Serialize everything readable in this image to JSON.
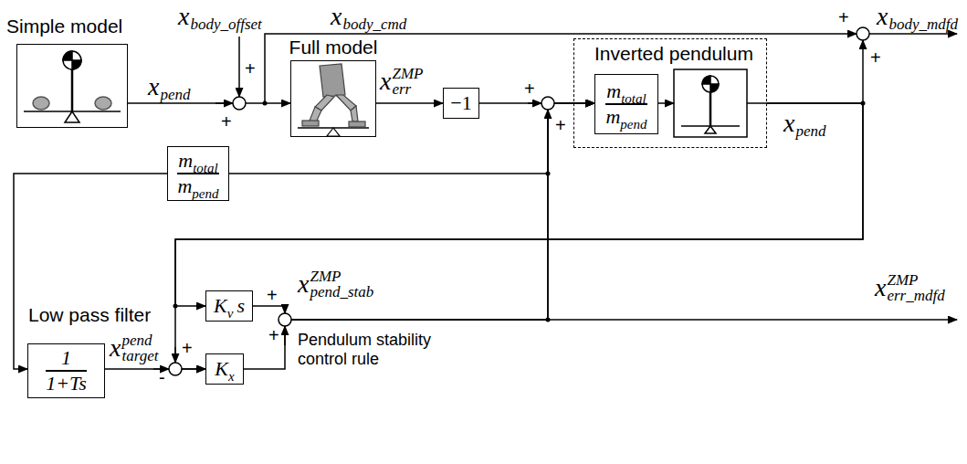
{
  "diagram": {
    "nodes": [
      {
        "text": [
          "Simple model"
        ]
      },
      {
        "text": [
          "Full model"
        ]
      },
      {
        "text": [
          "−1"
        ]
      },
      {
        "text": [
          "Inverted pendulum"
        ]
      },
      {
        "text": [
          "m",
          "total",
          "m",
          "pend"
        ],
        "in": 3
      },
      {
        "text": [
          "m",
          "total",
          "m",
          "pend"
        ]
      },
      {
        "text": [
          "Low pass filter",
          "1",
          "1+Ts"
        ]
      },
      {
        "text": [
          "K",
          "v",
          "s"
        ]
      },
      {
        "text": [
          "K",
          "x"
        ]
      }
    ],
    "edges": [
      {
        "from": 0,
        "to": 1,
        "arrow": "to"
      },
      {
        "from": 1,
        "to": 2,
        "arrow": "to"
      },
      {
        "from": 2,
        "to": 4,
        "arrow": "to"
      },
      {
        "from": 5,
        "to": 4,
        "arrow": "to"
      },
      {
        "from": 5,
        "to": 6,
        "arrow": "to"
      },
      {
        "from": 6,
        "to": 8,
        "arrow": "to"
      },
      {
        "from": 3,
        "to": 8,
        "arrow": "to"
      },
      {
        "from": 3,
        "to": 7,
        "arrow": "to"
      },
      {
        "from": 7,
        "to": 4,
        "arrow": "to"
      },
      {
        "from": 8,
        "to": 4,
        "arrow": "to"
      }
    ],
    "labels": [
      "x",
      "body_offset",
      "x",
      "body_cmd",
      "x",
      "body_mdfd",
      "x",
      "pend",
      "x",
      "err",
      "ZMP",
      "x",
      "pend",
      "x",
      "target",
      "pend",
      "x",
      "pend_stab",
      "ZMP",
      "x",
      "err_mdfd",
      "ZMP",
      "Pendulum stability control rule",
      "+",
      "+",
      "+",
      "+",
      "+",
      "+",
      "+",
      "+",
      "+",
      "-"
    ]
  }
}
